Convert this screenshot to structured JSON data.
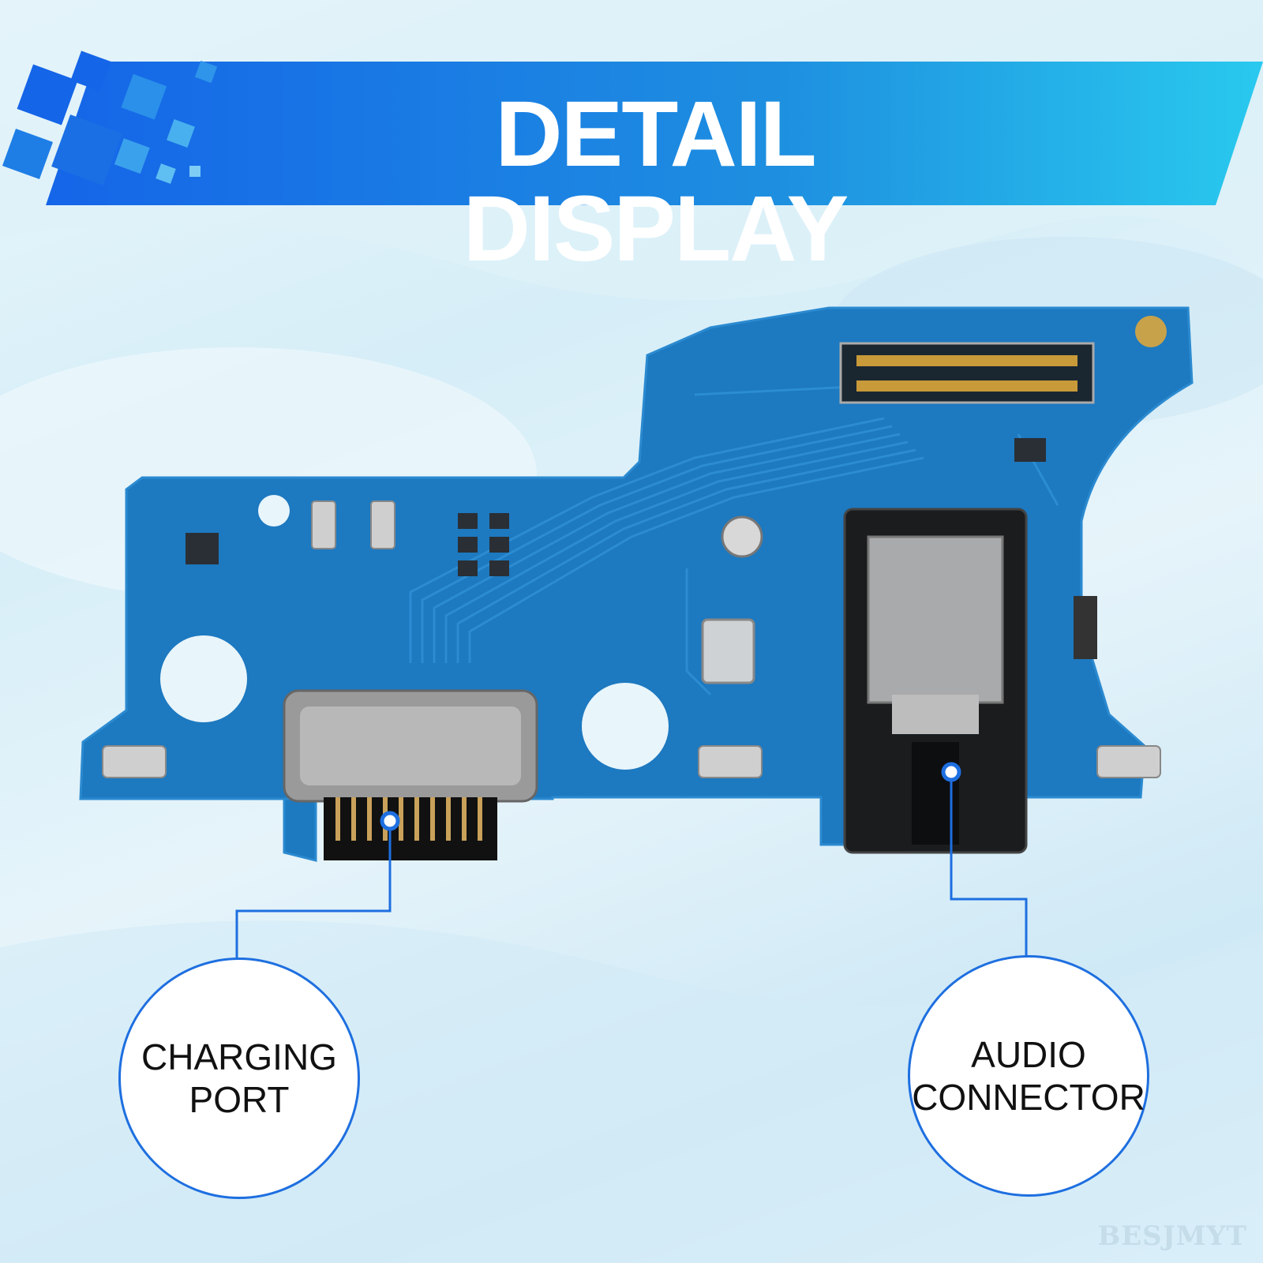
{
  "banner": {
    "title": "DETAIL DISPLAY",
    "colors": {
      "start": "#1565e8",
      "end": "#29c9ee"
    }
  },
  "product": {
    "board_color": "#1d79c0",
    "accent_color": "#1e6fe0"
  },
  "callouts": [
    {
      "id": "charging-port",
      "label": "CHARGING\nPORT"
    },
    {
      "id": "audio-connector",
      "label": "AUDIO\nCONNECTOR"
    }
  ],
  "watermark": "BESJMYT"
}
